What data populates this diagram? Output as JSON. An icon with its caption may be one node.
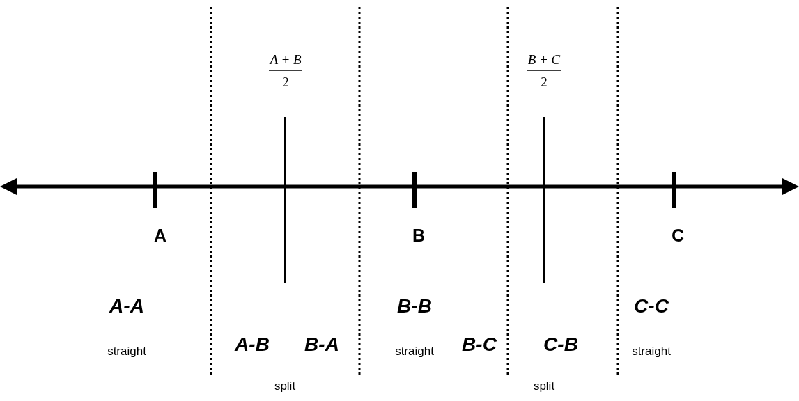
{
  "diagram": {
    "labels": [
      "A + B",
      "B + C",
      "2",
      "2",
      "A",
      "B",
      "C",
      "A-A",
      "B-B",
      "C-C",
      "A-B",
      "B-A",
      "straight",
      "straight",
      "B-C",
      "C-B",
      "straight",
      "split",
      "split"
    ]
  }
}
